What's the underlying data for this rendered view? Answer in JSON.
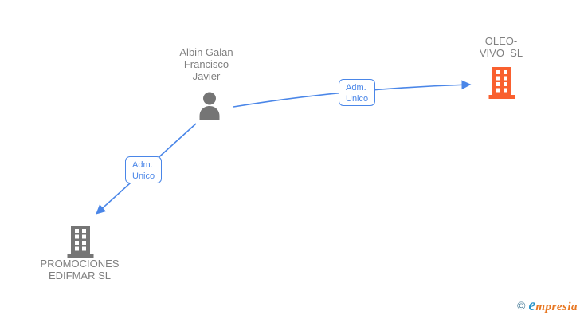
{
  "diagram": {
    "nodes": {
      "person": {
        "type": "person",
        "name_lines": [
          "Albin Galan",
          "Francisco",
          "Javier"
        ]
      },
      "company_oleo": {
        "type": "company",
        "name_lines": [
          "OLEO-",
          "VIVO  SL"
        ]
      },
      "company_promociones": {
        "type": "company",
        "name_lines": [
          "PROMOCIONES",
          "EDIFMAR SL"
        ]
      }
    },
    "edges": [
      {
        "from": "person",
        "to": "company_oleo",
        "label_line1": "Adm.",
        "label_line2": "Unico"
      },
      {
        "from": "person",
        "to": "company_promociones",
        "label_line1": "Adm.",
        "label_line2": "Unico"
      }
    ],
    "colors": {
      "edge_blue": "#4a86e8",
      "node_text_gray": "#7f7f7f",
      "person_icon_gray": "#757575",
      "building_orange": "#f9602f",
      "building_gray": "#757575"
    }
  },
  "footer": {
    "copyright_symbol": "©",
    "brand_initial": "e",
    "brand_rest": "mpresia"
  }
}
